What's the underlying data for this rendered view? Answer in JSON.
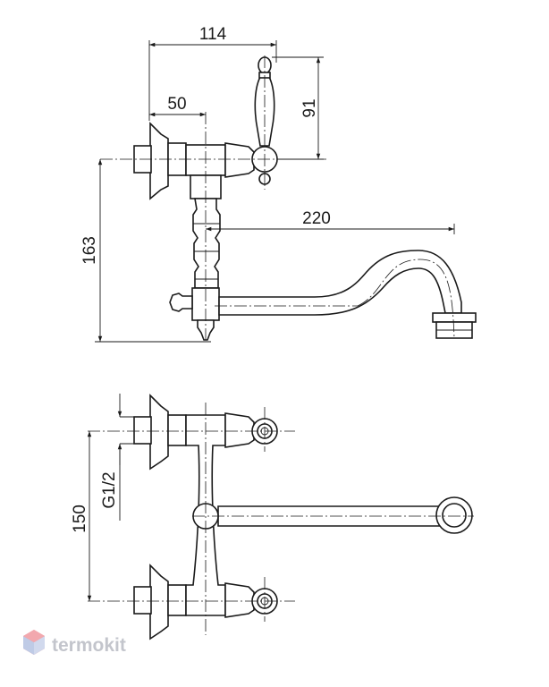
{
  "dimensions": {
    "top_width": "114",
    "handle_height": "91",
    "axis_offset": "50",
    "spout_reach": "220",
    "overall_height": "163",
    "centre_distance": "150",
    "thread": "G1/2"
  },
  "watermark": {
    "brand": "termokit"
  },
  "colors": {
    "line": "#1a1a1a",
    "watermark_logo": "#e8707a",
    "watermark_text": "#b9bcc4"
  }
}
